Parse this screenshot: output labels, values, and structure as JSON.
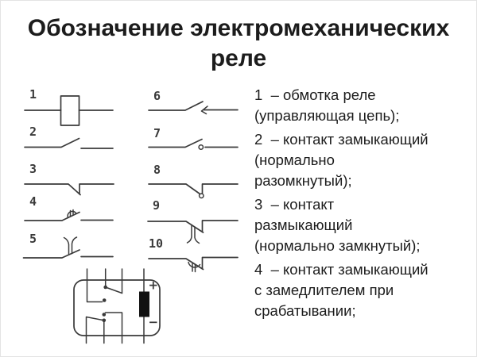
{
  "colors": {
    "bg": "#ffffff",
    "line": "#3a3a3a",
    "text": "#1c1c1c",
    "coil-fill": "#111111"
  },
  "title": {
    "line1": "Обозначение электромеханических",
    "line2": "реле"
  },
  "symbols": {
    "numbers": [
      "1",
      "2",
      "3",
      "4",
      "5",
      "6",
      "7",
      "8",
      "9",
      "10"
    ]
  },
  "legend": {
    "items": [
      {
        "lines": [
          "1  – обмотка реле",
          "(управляющая цепь);"
        ]
      },
      {
        "lines": [
          "2  – контакт замыкающий",
          "(нормально",
          "разомкнутый);"
        ]
      },
      {
        "lines": [
          "3  – контакт",
          "размыкающий",
          "(нормально замкнутый);"
        ]
      },
      {
        "lines": [
          "4  – контакт замыкающий",
          "с замедлителем при",
          "срабатывании;"
        ]
      }
    ]
  },
  "diagram": {
    "plus": "+",
    "minus": "−"
  }
}
